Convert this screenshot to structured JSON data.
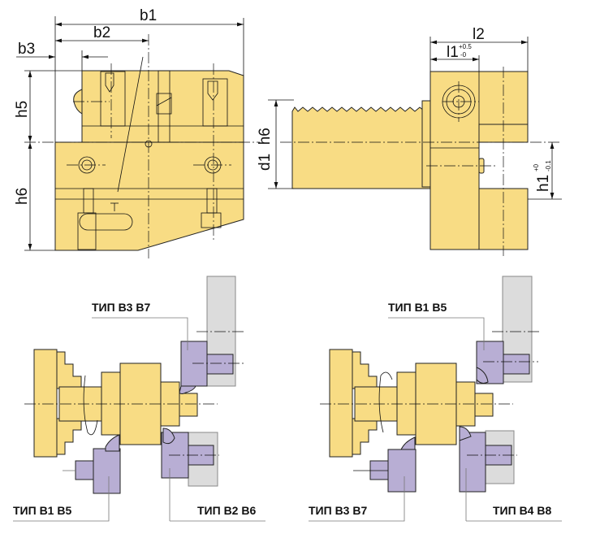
{
  "front_view": {
    "dims": {
      "b1": "b1",
      "b2": "b2",
      "b3": "b3",
      "h5": "h5",
      "h6": "h6"
    }
  },
  "side_view": {
    "dims": {
      "l2": "l2",
      "l1": "l1",
      "l1_tol_upper": "+0.5",
      "l1_tol_lower": "-0",
      "d1": "d1  h6",
      "h1": "h1",
      "h1_tol_upper": "+0",
      "h1_tol_lower": "-0.1"
    }
  },
  "left_setup": {
    "labels": [
      "ТИП В3 В7",
      "ТИП В1 В5",
      "ТИП В2 В6"
    ]
  },
  "right_setup": {
    "labels": [
      "ТИП В1 В5",
      "ТИП В3 В7",
      "ТИП В4 В8"
    ]
  },
  "colors": {
    "holder": "#f8dc84",
    "tool": "#b8aed4",
    "turret": "#dcdcdc"
  }
}
